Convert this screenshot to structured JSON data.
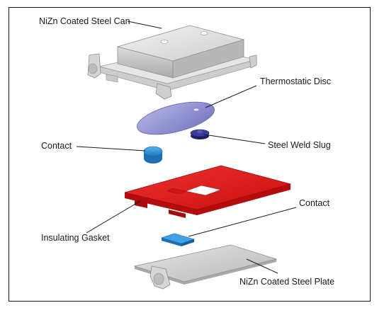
{
  "labels": {
    "can": "NiZn Coated Steel Can",
    "disc": "Thermostatic Disc",
    "slug": "Steel Weld Slug",
    "contact_top": "Contact",
    "contact_bottom": "Contact",
    "gasket": "Insulating Gasket",
    "plate": "NiZn Coated Steel Plate"
  },
  "colors": {
    "frame": "#1a1a1a",
    "steel": "#d9d9d9",
    "disc": "#8f8fcf",
    "slug": "#2a2a7a",
    "contact": "#2f8fd6",
    "gasket": "#e01919"
  }
}
